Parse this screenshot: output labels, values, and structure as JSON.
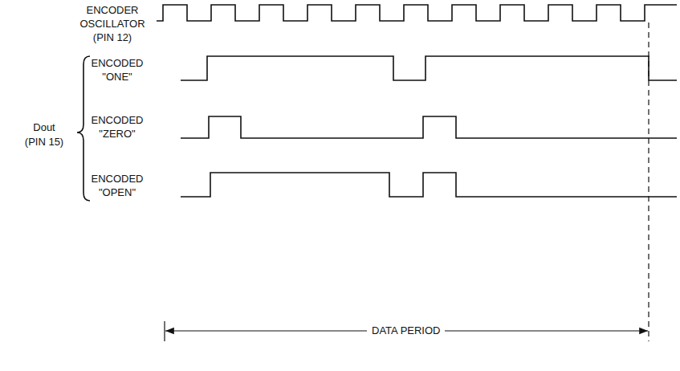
{
  "diagram": {
    "labels": [
      "ENCODER OSCILLATOR (PIN 12)",
      "ENCODED \"ONE\"",
      "ENCODED \"ZERO\"",
      "ENCODED \"OPEN\"",
      "Dout",
      "(PIN 15)",
      "DATA PERIOD"
    ]
  }
}
